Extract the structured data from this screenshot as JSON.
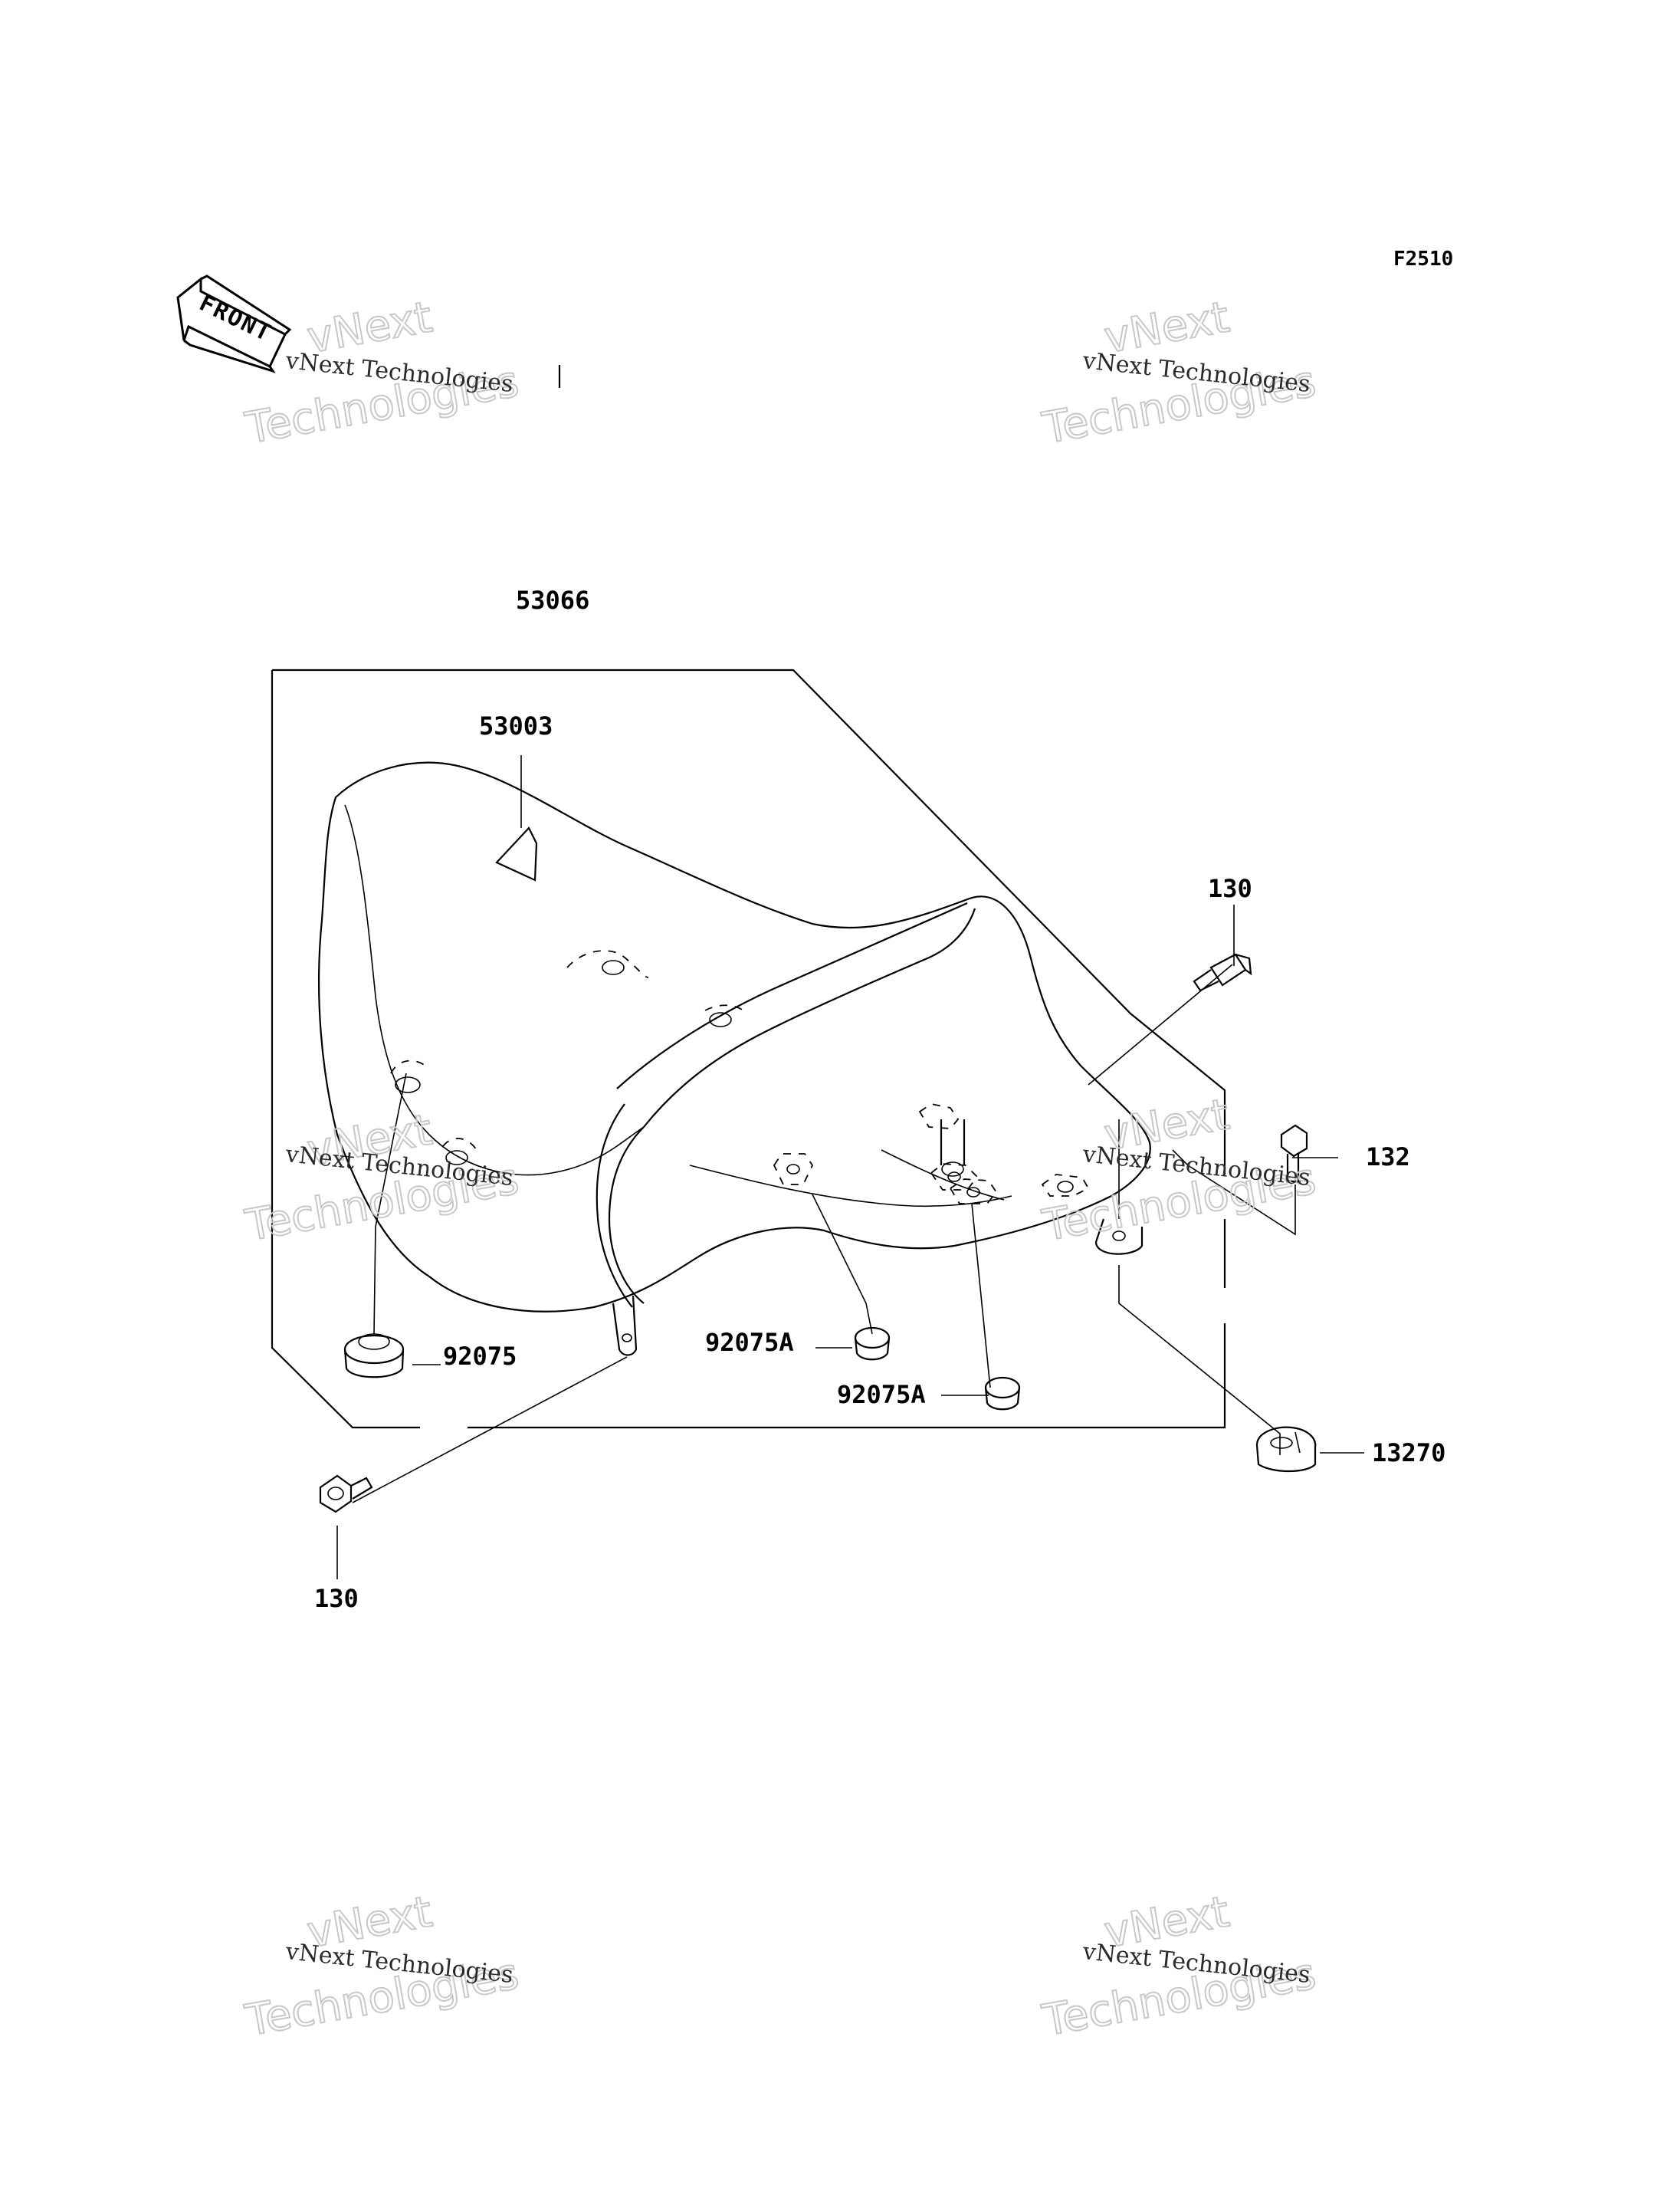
{
  "diagram": {
    "code": "F2510",
    "front_label": "FRONT",
    "parts": {
      "seat_assy": "53066",
      "seat_label": "53003",
      "bolt_right": "130",
      "bolt_left": "130",
      "bolt_small": "132",
      "damper": "92075",
      "damper_a1": "92075A",
      "damper_a2": "92075A",
      "collar": "13270"
    }
  },
  "watermark": {
    "line1": "vNext Technologies",
    "line2": "vNext",
    "line3": "Technologies"
  }
}
